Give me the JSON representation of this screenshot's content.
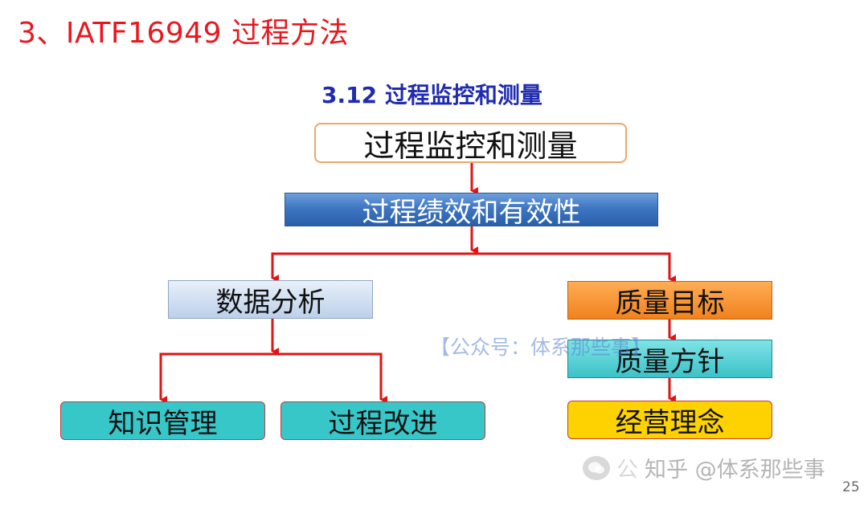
{
  "slide": {
    "title": "3、IATF16949 过程方法",
    "subtitle": "3.12 过程监控和测量",
    "page_number": "25"
  },
  "diagram": {
    "root": "过程监控和测量",
    "performance": "过程绩效和有效性",
    "data_analysis": "数据分析",
    "knowledge_management": "知识管理",
    "process_improvement": "过程改进",
    "quality_objectives": "质量目标",
    "quality_policy": "质量方针",
    "business_concept": "经营理念"
  },
  "watermarks": {
    "wechat": "【公众号：体系那些事】",
    "zhihu_ghost": "公",
    "zhihu": "知乎 @体系那些事",
    "icon": "wechat-icon"
  },
  "colors": {
    "title_red": "#e8181f",
    "subtitle_blue": "#1f2bb0",
    "arrow_red": "#e01414",
    "performance_blue": "#3e76c3",
    "objective_orange": "#f0821e",
    "policy_teal": "#3bc2c8",
    "leaf_teal": "#38c7c9",
    "concept_yellow": "#fdd200"
  }
}
